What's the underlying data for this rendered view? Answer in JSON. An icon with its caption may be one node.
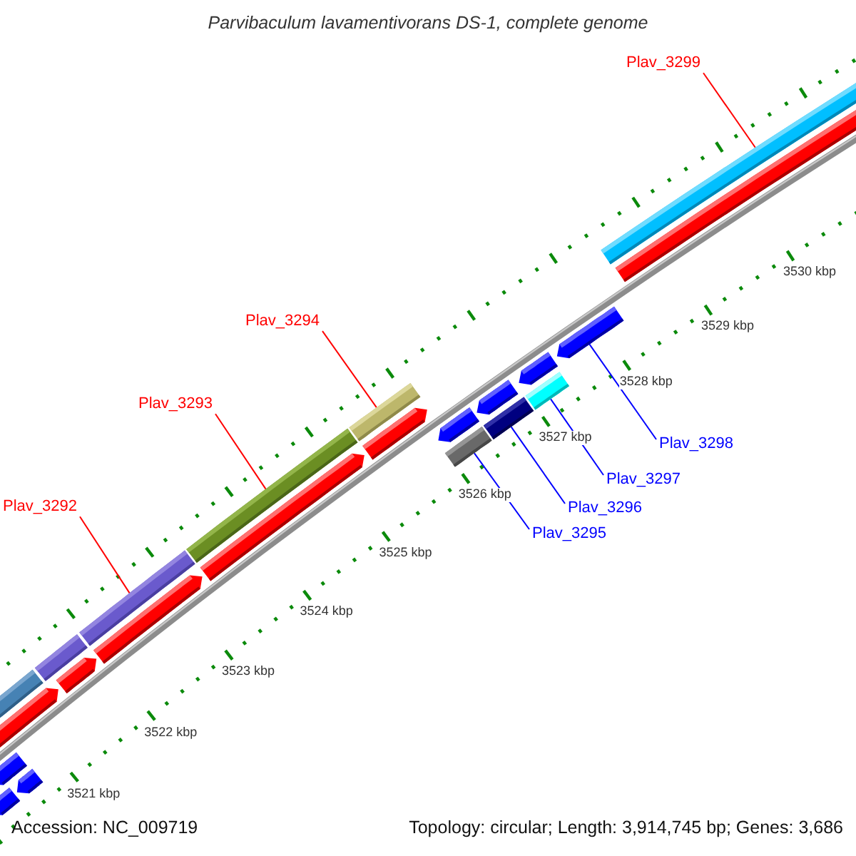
{
  "diagram": {
    "title": "Parvibaculum lavamentivorans DS-1, complete genome",
    "nodes": [
      {
        "text": [
          "Plav_3299"
        ]
      },
      {
        "text": [
          "Plav_3294"
        ]
      },
      {
        "text": [
          "Plav_3293"
        ]
      },
      {
        "text": [
          "Plav_3298"
        ]
      },
      {
        "text": [
          "Plav_3292"
        ]
      },
      {
        "text": [
          "Plav_3297"
        ]
      },
      {
        "text": [
          "Plav_3296"
        ]
      },
      {
        "text": [
          "Plav_3295"
        ]
      },
      {
        "text": [],
        "shape": "bar"
      },
      {
        "text": [],
        "shape": "bar"
      },
      {
        "text": [],
        "shape": "bar"
      },
      {
        "text": [],
        "shape": "bar"
      },
      {
        "text": [],
        "shape": "bar"
      },
      {
        "text": [],
        "shape": "bar"
      },
      {
        "text": [],
        "shape": "bar"
      },
      {
        "text": [],
        "shape": "bar"
      }
    ],
    "edges": [
      {
        "from": 4,
        "to": 8,
        "arrow": "none"
      },
      {
        "from": 2,
        "to": 9,
        "arrow": "none"
      },
      {
        "from": 1,
        "to": 10,
        "arrow": "none"
      },
      {
        "from": 7,
        "to": 11,
        "arrow": "none",
        "color": "#0000ff"
      },
      {
        "from": 6,
        "to": 12,
        "arrow": "none",
        "color": "#0000ff"
      },
      {
        "from": 5,
        "to": 13,
        "arrow": "none",
        "color": "#0000ff"
      },
      {
        "from": 3,
        "to": 14,
        "arrow": "none",
        "color": "#0000ff"
      },
      {
        "from": 0,
        "to": 15,
        "arrow": "none"
      }
    ],
    "labels": [
      "3530 kbp",
      "3529 kbp",
      "3528 kbp",
      "3527 kbp",
      "3526 kbp",
      "3525 kbp",
      "3524 kbp",
      "3523 kbp",
      "3522 kbp",
      "3521 kbp",
      "Accession: NC_009719",
      "Topology: circular; Length: 3,914,745 bp; Genes: 3,686"
    ]
  }
}
